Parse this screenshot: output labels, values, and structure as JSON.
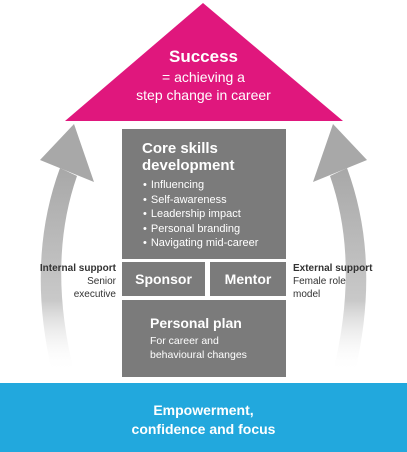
{
  "colors": {
    "roof": "#e0177d",
    "box": "#7b7b7b",
    "arrow": "#b3b3b3",
    "footer": "#22a8dd"
  },
  "roof": {
    "title": "Success",
    "subtitle_line1": "= achieving a",
    "subtitle_line2": "step change in career"
  },
  "core": {
    "title_line1": "Core skills",
    "title_line2": "development",
    "items": [
      "Influencing",
      "Self-awareness",
      "Leadership impact",
      "Personal branding",
      "Navigating mid-career"
    ]
  },
  "sponsor": {
    "label": "Sponsor"
  },
  "mentor": {
    "label": "Mentor"
  },
  "plan": {
    "title": "Personal plan",
    "sub_line1": "For career and",
    "sub_line2": "behavioural changes"
  },
  "internal_support": {
    "heading": "Internal support",
    "line1": "Senior",
    "line2": "executive"
  },
  "external_support": {
    "heading": "External support",
    "line1": "Female role",
    "line2": "model"
  },
  "footer": {
    "line1": "Empowerment,",
    "line2": "confidence and focus"
  }
}
